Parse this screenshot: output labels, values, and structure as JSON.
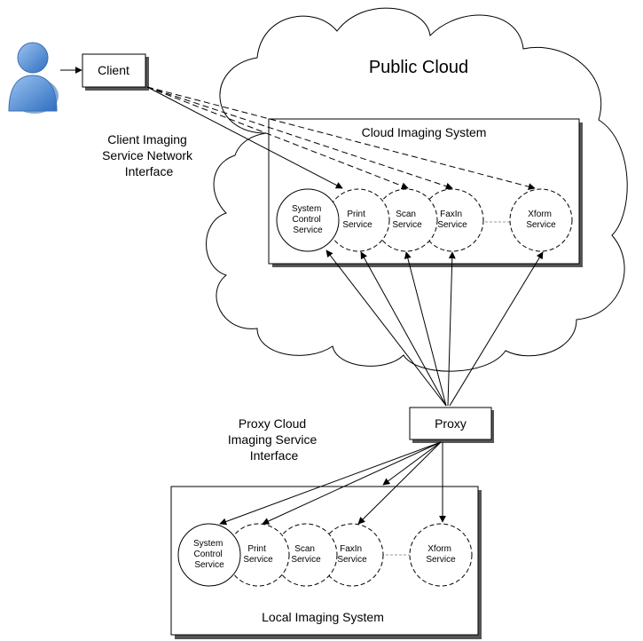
{
  "cloud_label": "Public Cloud",
  "client": {
    "label": "Client"
  },
  "proxy": {
    "label": "Proxy"
  },
  "annotations": {
    "client_interface": [
      "Client Imaging",
      "Service Network",
      "Interface"
    ],
    "proxy_interface": [
      "Proxy Cloud",
      "Imaging Service",
      "Interface"
    ]
  },
  "cloud_system": {
    "title": "Cloud Imaging System",
    "services": {
      "system_control": [
        "System",
        "Control",
        "Service"
      ],
      "print": [
        "Print",
        "Service"
      ],
      "scan": [
        "Scan",
        "Service"
      ],
      "faxin": [
        "FaxIn",
        "Service"
      ],
      "xform": [
        "Xform",
        "Service"
      ]
    }
  },
  "local_system": {
    "title": "Local Imaging System",
    "services": {
      "system_control": [
        "System",
        "Control",
        "Service"
      ],
      "print": [
        "Print",
        "Service"
      ],
      "scan": [
        "Scan",
        "Service"
      ],
      "faxin": [
        "FaxIn",
        "Service"
      ],
      "xform": [
        "Xform",
        "Service"
      ]
    }
  }
}
